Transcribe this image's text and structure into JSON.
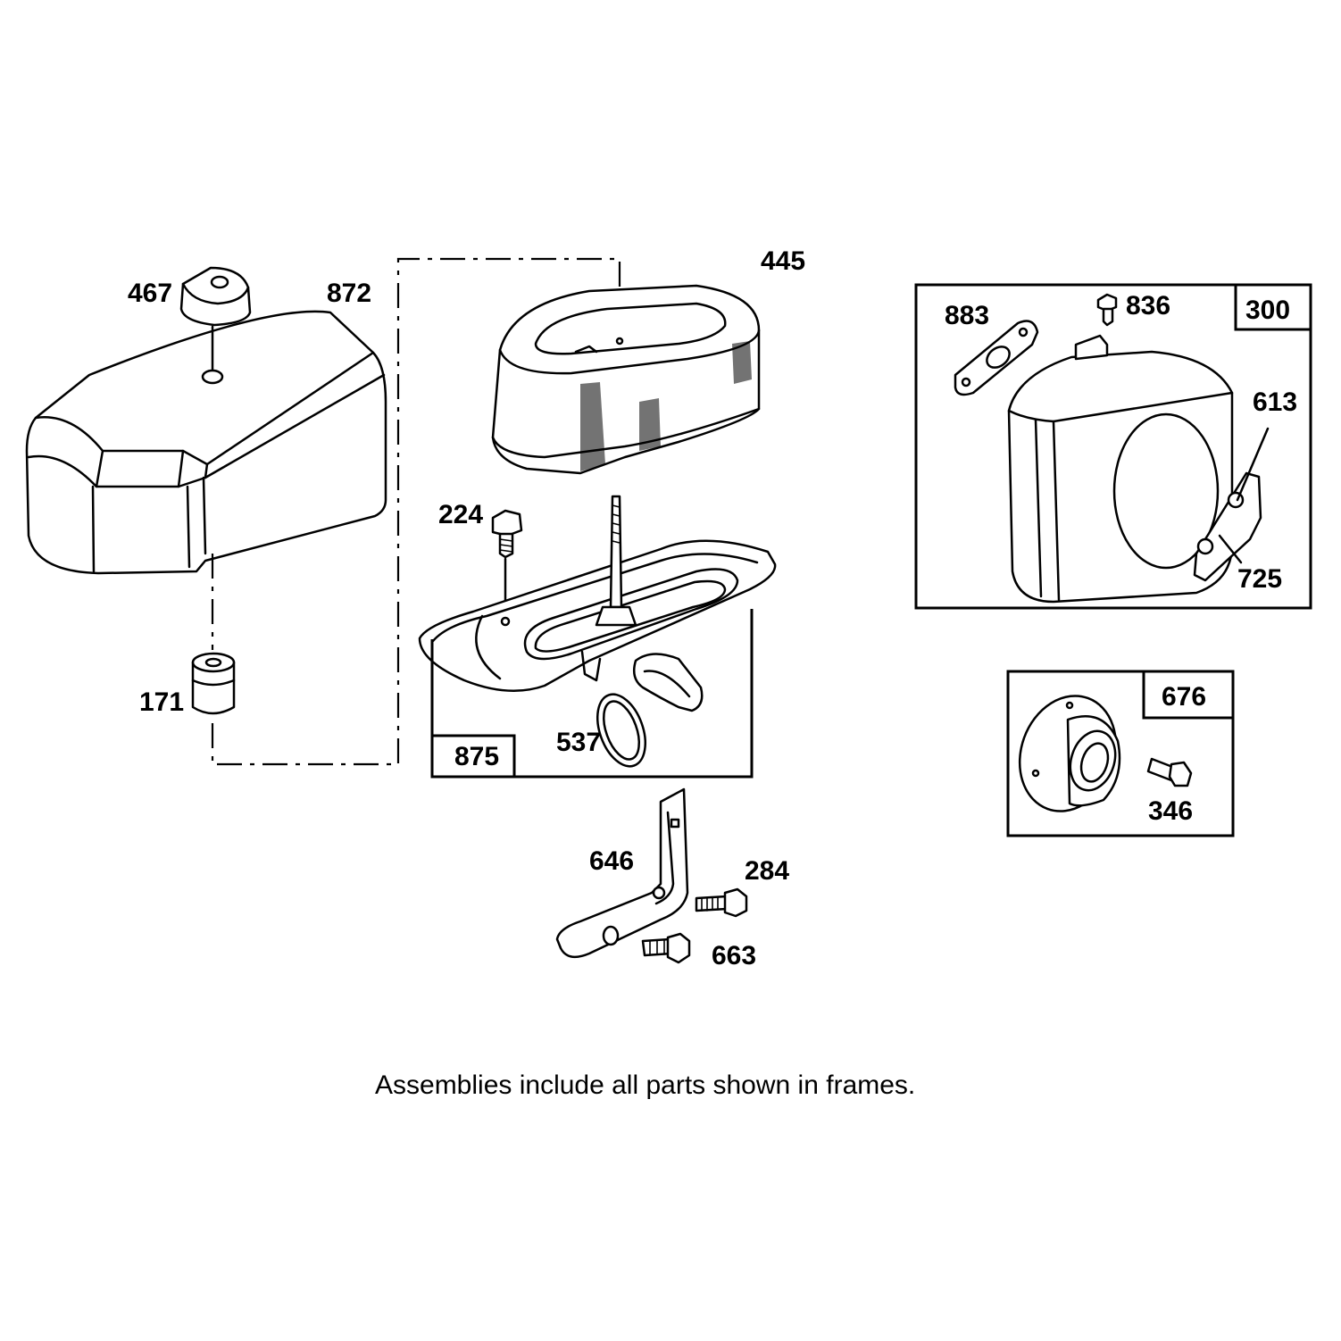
{
  "caption": "Assemblies include all parts shown in frames.",
  "callouts": {
    "p467": "467",
    "p872": "872",
    "p445": "445",
    "p224": "224",
    "p171": "171",
    "p537": "537",
    "p875": "875",
    "p646": "646",
    "p284": "284",
    "p663": "663",
    "p883": "883",
    "p836": "836",
    "p300": "300",
    "p613": "613",
    "p725": "725",
    "p676": "676",
    "p346": "346"
  }
}
